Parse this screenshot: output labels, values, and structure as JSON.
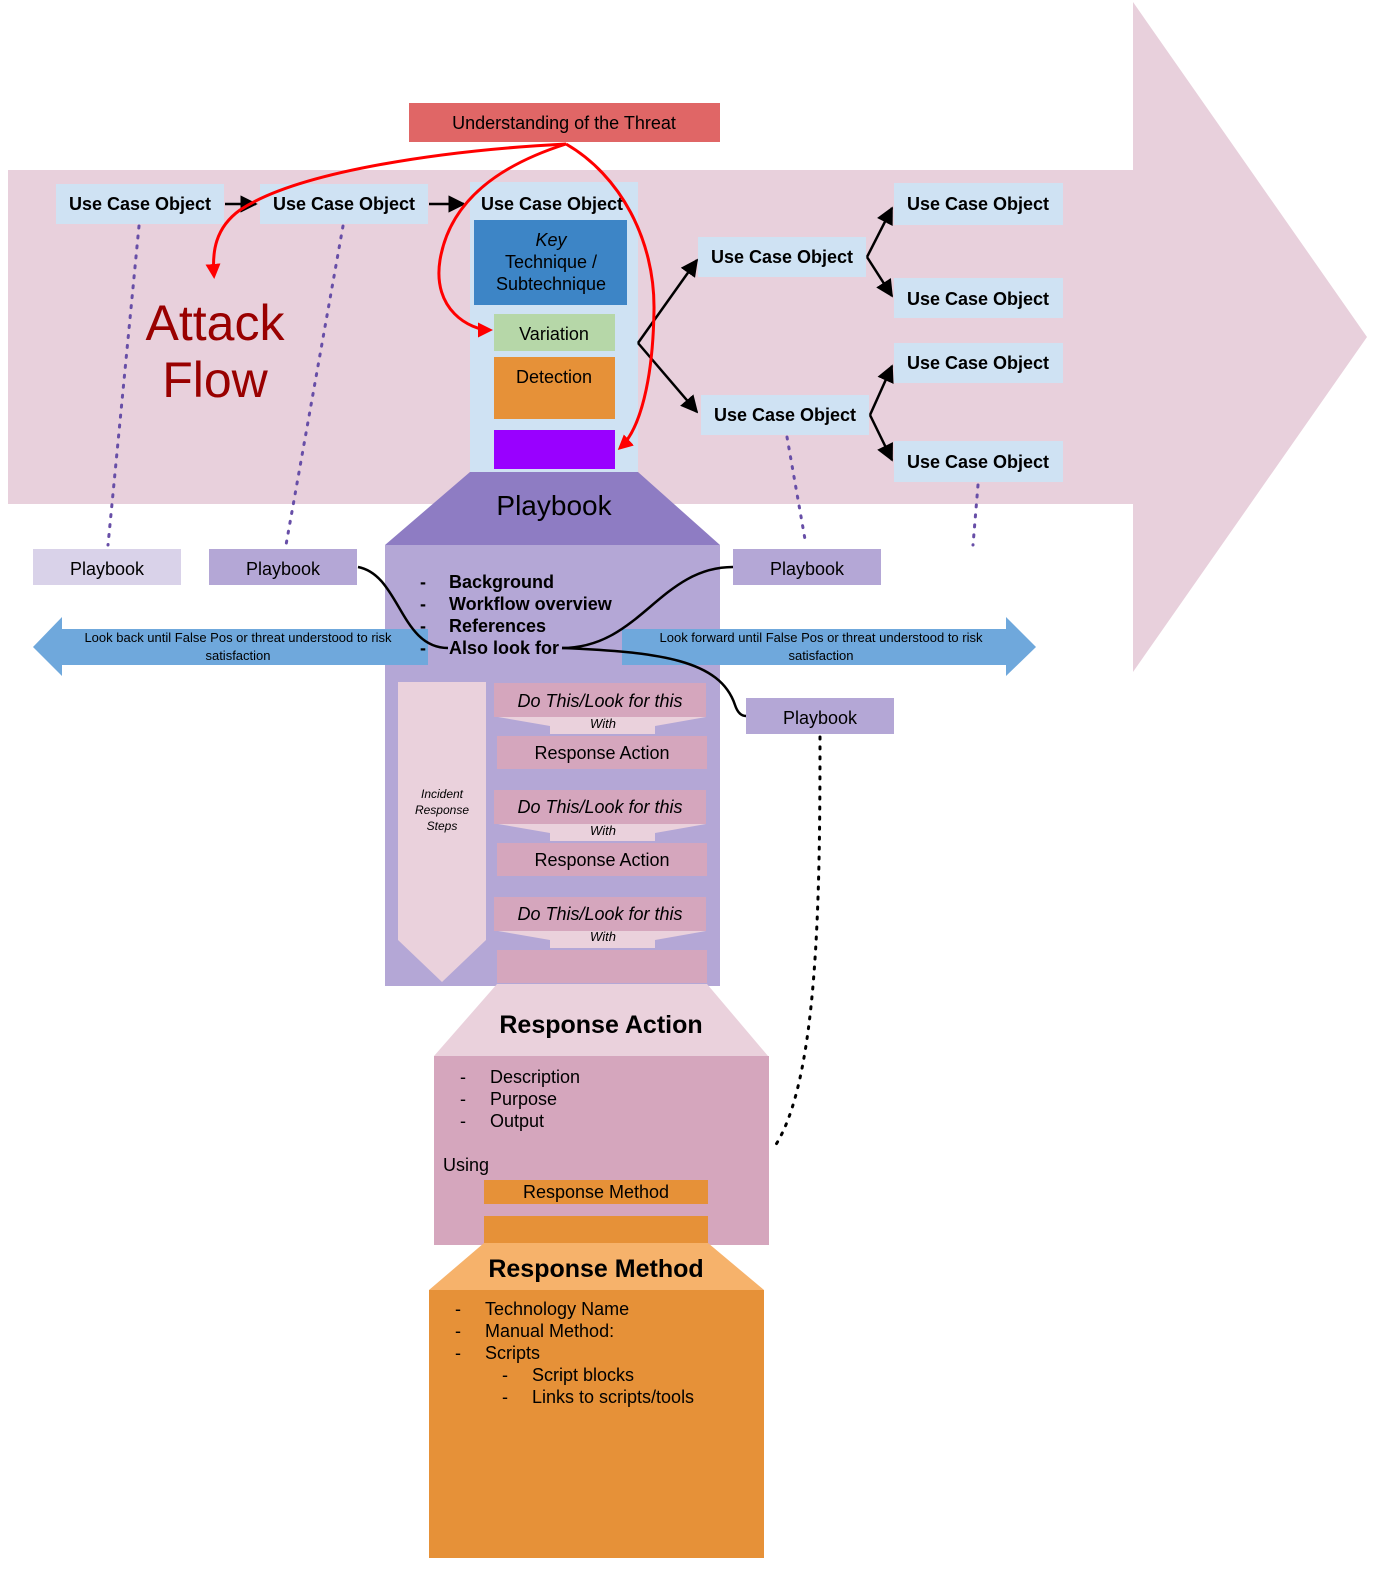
{
  "threat": {
    "label": "Understanding of the Threat"
  },
  "attack_flow": {
    "line1": "Attack",
    "line2": "Flow"
  },
  "use_case_objects": {
    "uc1": "Use Case Object",
    "uc2": "Use Case Object",
    "uc3": "Use Case Object",
    "uc4": "Use Case Object",
    "uc5": "Use Case Object",
    "uc6": "Use Case Object",
    "uc7": "Use Case Object",
    "uc8": "Use Case Object",
    "uc9": "Use Case Object"
  },
  "key_technique": {
    "line1": "Key",
    "line2": "Technique /",
    "line3": "Subtechnique"
  },
  "variation": "Variation",
  "detection": "Detection",
  "playbook": {
    "title": "Playbook",
    "items": [
      "Background",
      "Workflow overview",
      "References",
      "Also look for"
    ],
    "bullet": "-"
  },
  "playbooks": {
    "pb1": "Playbook",
    "pb2": "Playbook",
    "pb3": "Playbook",
    "pb4": "Playbook"
  },
  "look_back": {
    "line1": "Look back until False Pos or threat understood to risk",
    "line2": "satisfaction"
  },
  "look_forward": {
    "line1": "Look forward until False Pos or threat understood to risk",
    "line2": "satisfaction"
  },
  "incident_steps": {
    "line1": "Incident",
    "line2": "Response",
    "line3": "Steps"
  },
  "steps": {
    "do1": "Do This/Look for this",
    "with1": "With",
    "action1": "Response Action",
    "do2": "Do This/Look for this",
    "with2": "With",
    "action2": "Response Action",
    "do3": "Do This/Look for this",
    "with3": "With"
  },
  "response_action": {
    "title": "Response Action",
    "items": [
      "Description",
      "Purpose",
      "Output"
    ],
    "using": "Using",
    "method_label": "Response Method"
  },
  "response_method": {
    "title": "Response Method",
    "items": [
      "Technology Name",
      "Manual Method:",
      "Scripts"
    ],
    "sub_items": [
      "Script blocks",
      "Links to scripts/tools"
    ]
  },
  "colors": {
    "big_arrow": "#e8d0dc",
    "use_case_bg": "#cfe2f3",
    "threat_red": "#e06666",
    "key_blue": "#3d85c6",
    "variation_green": "#b6d7a8",
    "detection_orange": "#e69138",
    "purple_block": "#9900ff",
    "playbook_purple": "#b4a7d6",
    "playbook_header": "#8e7cc3",
    "response_pink": "#d5a6bd",
    "response_light": "#ead1dc",
    "method_orange": "#e69138",
    "method_header": "#f6b26b",
    "arrow_blue": "#6fa8dc",
    "attack_text": "#990000",
    "red_arrow": "#ff0000"
  }
}
